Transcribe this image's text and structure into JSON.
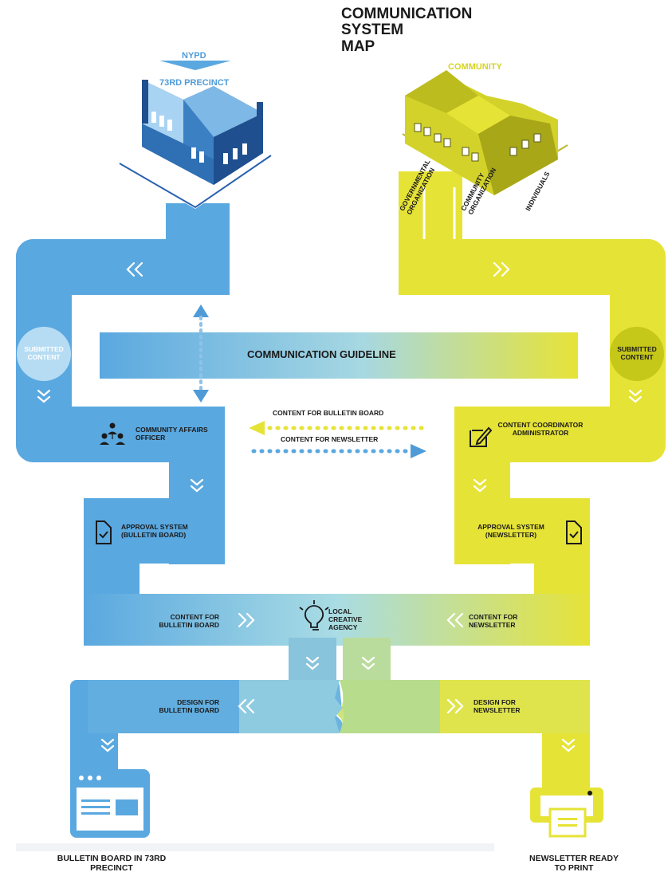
{
  "title_lines": [
    "COMMUNICATION",
    "SYSTEM",
    "MAP"
  ],
  "colors": {
    "blue": "#5aa8e0",
    "blue_dark": "#2f6fb3",
    "yellow": "#e6e337",
    "yellow_dark": "#cfd11d",
    "text": "#1a1a1a"
  },
  "nypd": {
    "label": "NYPD",
    "precinct": "73RD PRECINCT"
  },
  "community": {
    "label": "COMMUNITY",
    "branches": [
      "GOVERNMENTAL ORGANIZATION",
      "COMMUNITY ORGANIZATION",
      "INDIVIDUALS"
    ]
  },
  "submitted_content_left": "SUBMITTED CONTENT",
  "submitted_content_right": "SUBMITTED CONTENT",
  "guideline": "COMMUNICATION GUIDELINE",
  "community_affairs_officer": "COMMUNITY AFFAIRS OFFICER",
  "content_coordinator": "CONTENT COORDINATOR ADMINISTRATOR",
  "exchange": {
    "to_bulletin": "CONTENT FOR BULLETIN BOARD",
    "to_newsletter": "CONTENT FOR NEWSLETTER"
  },
  "approval_bulletin": "APPROVAL SYSTEM (BULLETIN BOARD)",
  "approval_newsletter": "APPROVAL SYSTEM (NEWSLETTER)",
  "agency": "LOCAL CREATIVE AGENCY",
  "content_bulletin": "CONTENT FOR BULLETIN BOARD",
  "content_newsletter": "CONTENT FOR NEWSLETTER",
  "design_bulletin": "DESIGN FOR BULLETIN BOARD",
  "design_newsletter": "DESIGN FOR NEWSLETTER",
  "out_bulletin": "BULLETIN BOARD IN 73RD PRECINCT",
  "out_newsletter": "NEWSLETTER READY TO PRINT",
  "icons": [
    "nypd-building-icon",
    "community-building-icon",
    "people-icon",
    "edit-icon",
    "document-check-icon",
    "lightbulb-icon",
    "browser-icon",
    "printer-icon",
    "chevron-icon"
  ]
}
